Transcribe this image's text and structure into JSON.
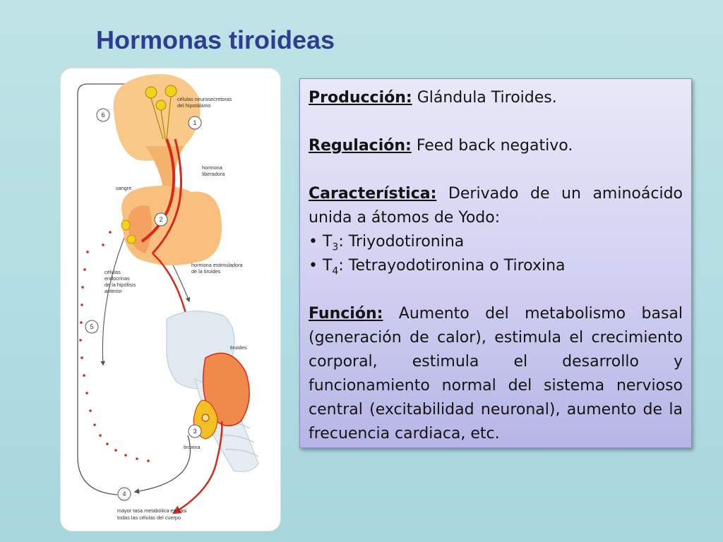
{
  "slide": {
    "title": "Hormonas tiroideas"
  },
  "figure": {
    "labels": {
      "neurosecretoras_1": "células neurosecretoras",
      "neurosecretoras_2": "del hipotálamo",
      "hormona_liberadora_1": "hormona",
      "hormona_liberadora_2": "liberadora",
      "sangre": "sangre",
      "estimuladora_1": "hormona estimuladora",
      "estimuladora_2": "de la tiroides",
      "endocrinas_1": "células",
      "endocrinas_2": "endocrinas",
      "endocrinas_3": "de la hipófisis",
      "endocrinas_4": "anterior",
      "tiroides": "tiroides",
      "tiroxina": "tiroxina",
      "tasa_1": "mayor tasa metabólica en casi",
      "tasa_2": "todas las células del cuerpo"
    },
    "steps": [
      "1",
      "2",
      "3",
      "4",
      "5",
      "6"
    ]
  },
  "info": {
    "produccion": {
      "term": "Producción:",
      "text": " Glándula Tiroides."
    },
    "regulacion": {
      "term": "Regulación:",
      "text": " Feed back negativo."
    },
    "caracteristica": {
      "term": "Característica:",
      "text": " Derivado de un aminoácido unida  a átomos de Yodo:",
      "bullets": [
        {
          "pre": "• T",
          "sub": "3",
          "post": ": Triyodotironina"
        },
        {
          "pre": "• T",
          "sub": "4",
          "post": ": Tetrayodotironina o Tiroxina"
        }
      ]
    },
    "funcion": {
      "term": "Función:",
      "text": " Aumento del metabolismo basal (generación de calor), estimula el crecimiento corporal, estimula el  desarrollo y funcionamiento normal del sistema nervioso central (excitabilidad neuronal), aumento de la frecuencia cardiaca, etc."
    }
  }
}
